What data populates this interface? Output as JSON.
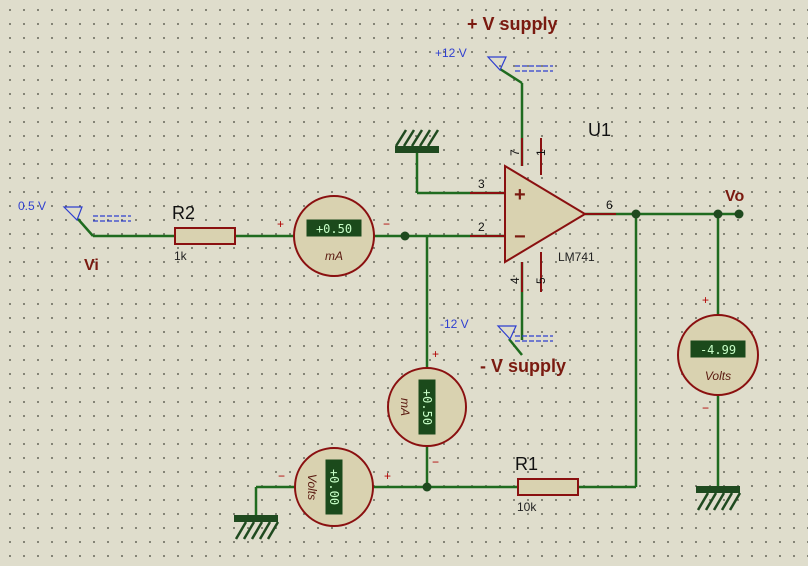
{
  "labels": {
    "pos_supply_title": "+ V supply",
    "neg_supply_title": "- V supply",
    "pos_supply_voltage": "+12 V",
    "neg_supply_voltage": "-12 V",
    "input_voltage": "0.5 V",
    "input_net": "Vi",
    "output_net": "Vo"
  },
  "components": {
    "r2": {
      "ref": "R2",
      "value": "1k"
    },
    "r1": {
      "ref": "R1",
      "value": "10k"
    },
    "u1": {
      "ref": "U1",
      "part": "LM741",
      "pins": {
        "p3": "3",
        "p2": "2",
        "p6": "6",
        "p7": "7",
        "p1": "1",
        "p4": "4",
        "p5": "5"
      },
      "plus": "+",
      "minus": "−"
    }
  },
  "meters": {
    "ammeter_in": {
      "reading": "+0.50",
      "unit": "mA",
      "pos": "+",
      "neg": "−"
    },
    "ammeter_fb": {
      "reading": "+0.50",
      "unit": "mA",
      "pos": "+",
      "neg": "−"
    },
    "voltmeter_ref": {
      "reading": "+0.00",
      "unit": "Volts",
      "pos": "+",
      "neg": "−"
    },
    "voltmeter_out": {
      "reading": "-4.99",
      "unit": "Volts",
      "pos": "+",
      "neg": "−"
    }
  },
  "colors": {
    "wire": "#1f6b1f",
    "body": "#d9d2b0",
    "outline": "#8a1010",
    "lcd_bg": "#1b4a1b"
  }
}
